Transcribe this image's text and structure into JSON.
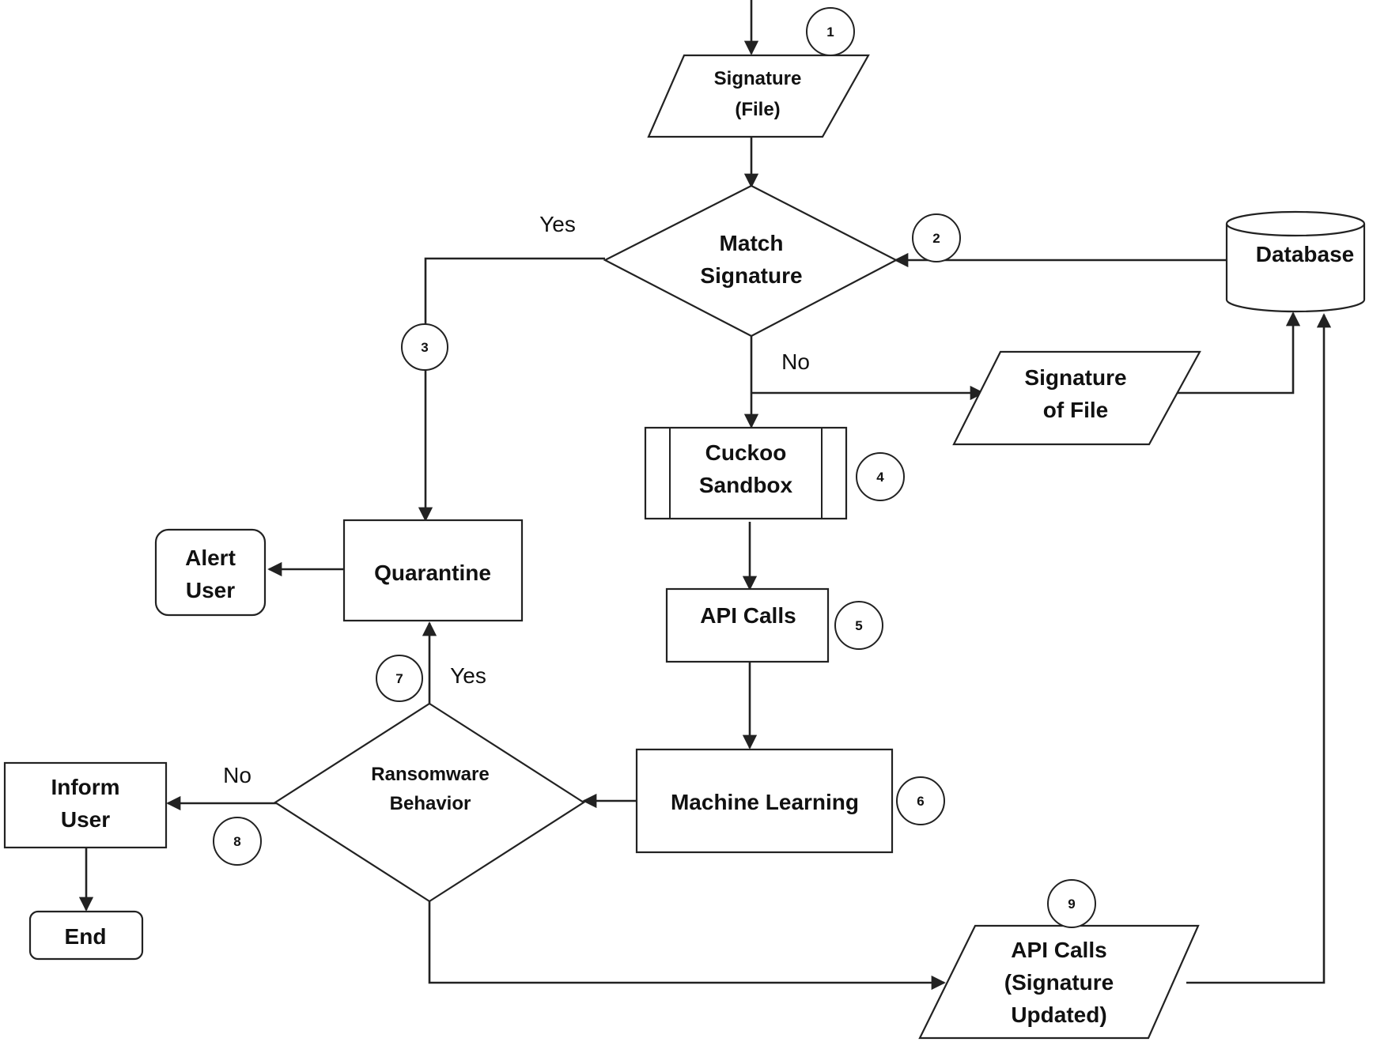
{
  "nodes": {
    "signature_file": [
      "Signature",
      "(File)"
    ],
    "match_signature": [
      "Match",
      "Signature"
    ],
    "database": [
      "Database"
    ],
    "signature_of_file": [
      "Signature",
      "of File"
    ],
    "cuckoo_sandbox": [
      "Cuckoo",
      "Sandbox"
    ],
    "quarantine": [
      "Quarantine"
    ],
    "alert_user": [
      "Alert",
      "User"
    ],
    "api_calls": [
      "API Calls"
    ],
    "machine_learning": [
      "Machine Learning"
    ],
    "ransomware_behavior": [
      "Ransomware",
      "Behavior"
    ],
    "inform_user": [
      "Inform",
      "User"
    ],
    "end": [
      "End"
    ],
    "api_calls_updated": [
      "API Calls",
      "(Signature",
      "Updated)"
    ]
  },
  "edge_labels": {
    "match_yes": "Yes",
    "match_no": "No",
    "ransomware_yes": "Yes",
    "ransomware_no": "No"
  },
  "steps": [
    "1",
    "2",
    "3",
    "4",
    "5",
    "6",
    "7",
    "8",
    "9"
  ]
}
